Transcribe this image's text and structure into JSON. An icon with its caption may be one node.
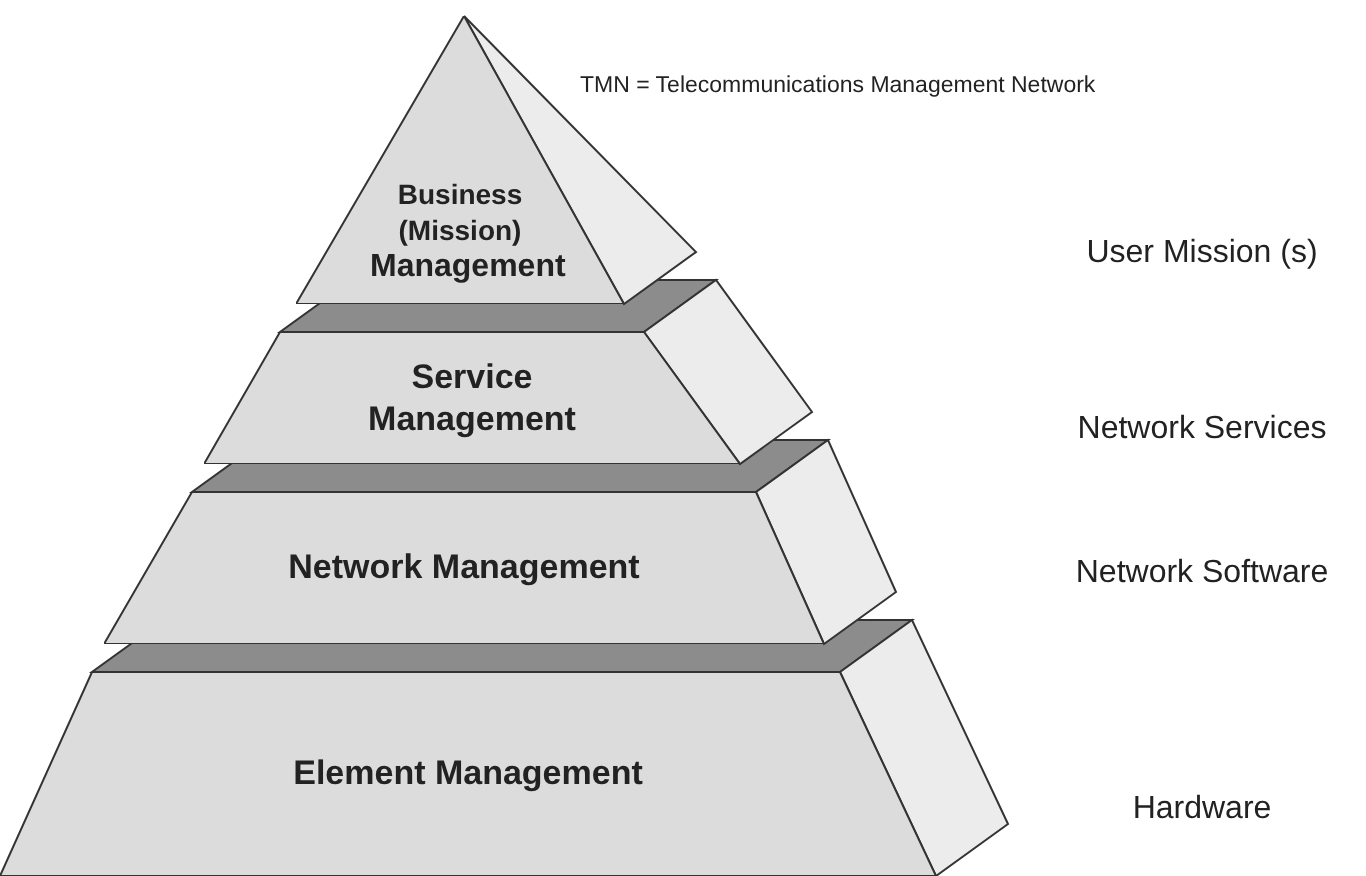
{
  "diagram": {
    "nodes": [
      {
        "text": [
          "Business (Mission)",
          "Management"
        ]
      },
      {
        "text": [
          "Service Management"
        ]
      },
      {
        "text": [
          "Network Management"
        ]
      },
      {
        "text": [
          "Element Management"
        ]
      }
    ],
    "edges": [],
    "labels": [
      "TMN = Telecommunications Management Network",
      "User Mission (s)",
      "Network Services",
      "Network Software",
      "Hardware"
    ]
  }
}
